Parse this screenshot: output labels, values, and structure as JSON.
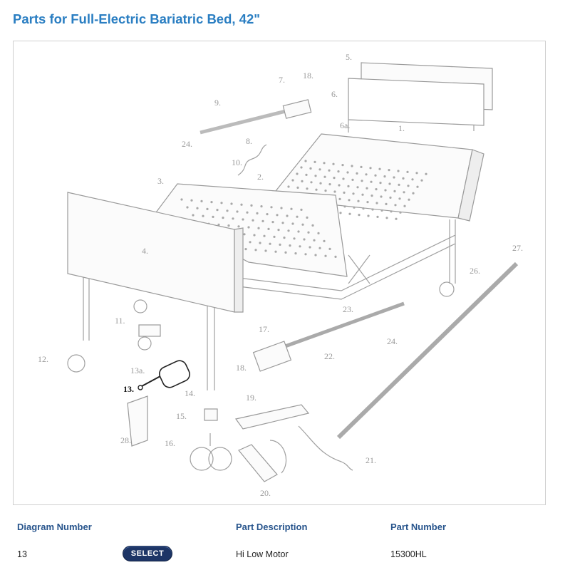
{
  "page": {
    "title": "Parts for Full-Electric Bariatric Bed, 42\""
  },
  "diagram": {
    "labels": {
      "l1": "1.",
      "l2": "2.",
      "l3": "3.",
      "l4": "4.",
      "l5": "5.",
      "l6": "6.",
      "l6a": "6a.",
      "l7": "7.",
      "l8": "8.",
      "l9": "9.",
      "l10": "10.",
      "l11": "11.",
      "l12": "12.",
      "l13": "13.",
      "l13a": "13a.",
      "l14": "14.",
      "l15": "15.",
      "l16": "16.",
      "l17": "17.",
      "l18a": "18.",
      "l18b": "18.",
      "l19": "19.",
      "l20": "20.",
      "l21": "21.",
      "l22": "22.",
      "l23": "23.",
      "l24a": "24.",
      "l24b": "24.",
      "l26": "26.",
      "l27": "27.",
      "l28": "28."
    }
  },
  "table": {
    "headers": {
      "diagram_number": "Diagram Number",
      "part_description": "Part Description",
      "part_number": "Part Number"
    },
    "rows": [
      {
        "diagram_number": "13",
        "select_label": "SELECT",
        "part_description": "Hi Low Motor",
        "part_number": "15300HL"
      }
    ]
  }
}
